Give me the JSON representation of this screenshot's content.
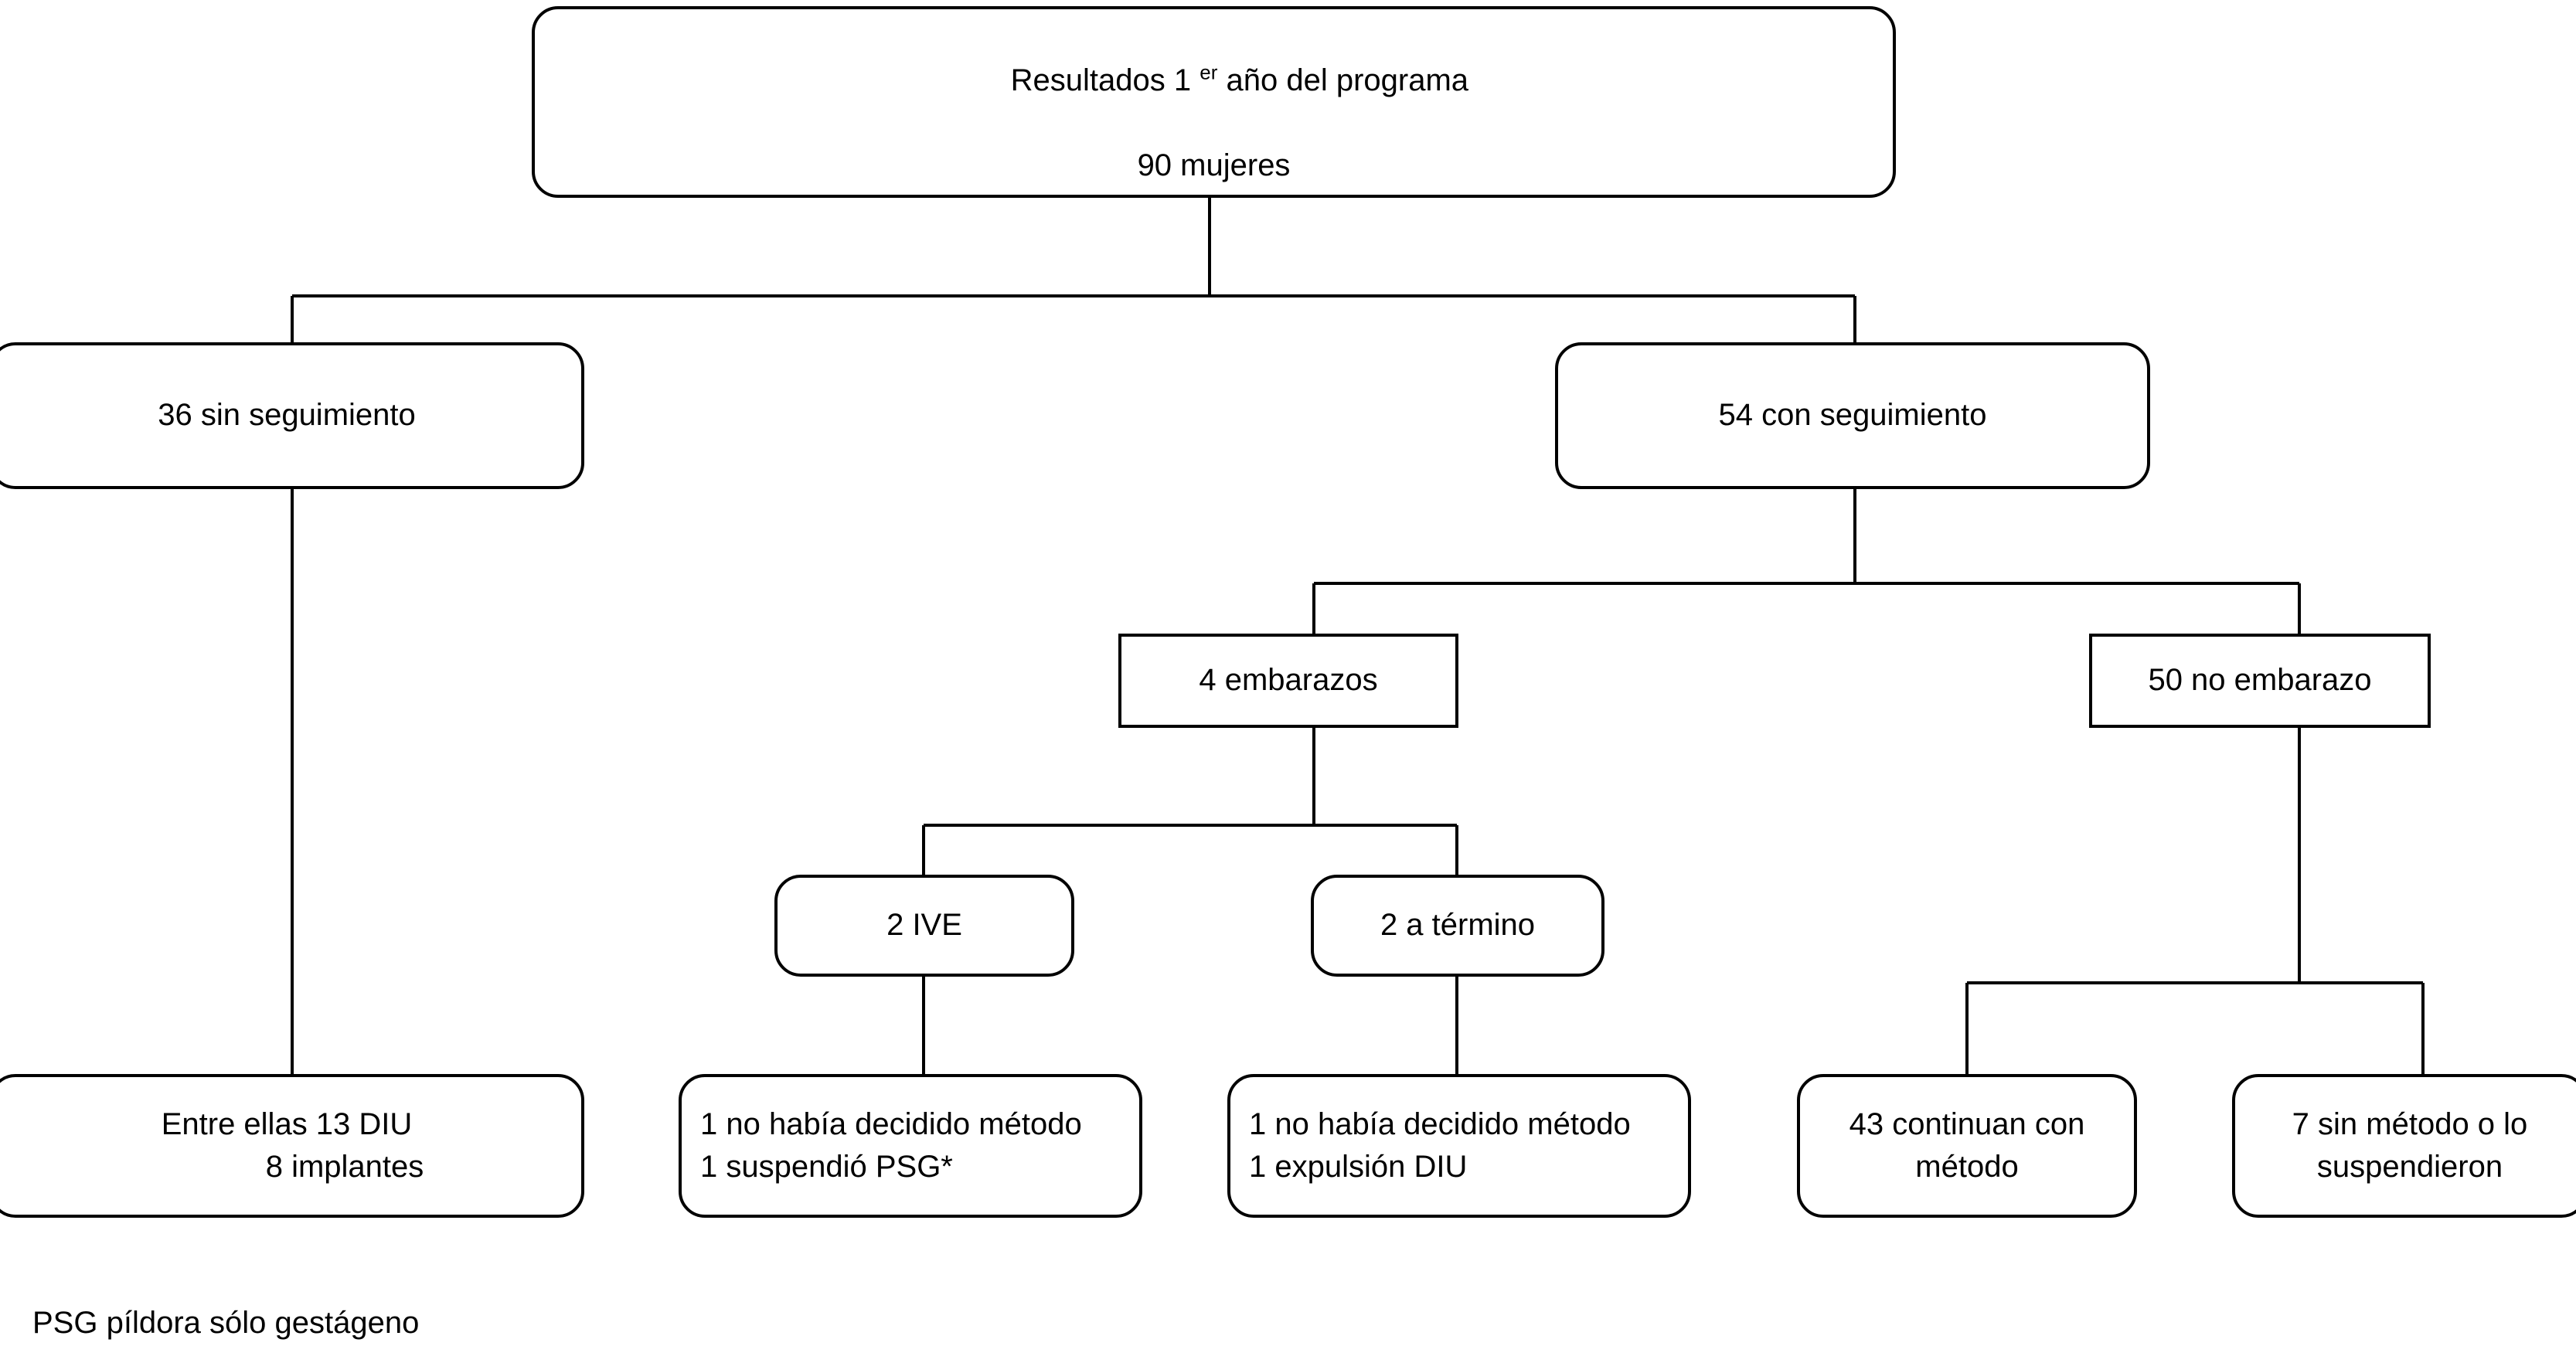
{
  "diagram": {
    "title_prefix": "Resultados 1 ",
    "title_sup": "er",
    "title_suffix": " año del programa",
    "line_color": "#000000",
    "box_border_color": "#000000",
    "background_color": "#ffffff",
    "nodes": {
      "root": {
        "line1_prefix": "Resultados 1 ",
        "line1_sup": "er",
        "line1_suffix": " año del programa",
        "line2": "90 mujeres"
      },
      "no_followup": {
        "line1": "36 sin seguimiento"
      },
      "with_followup": {
        "line1": "54 con seguimiento"
      },
      "pregnancies": {
        "line1": "4 embarazos"
      },
      "no_pregnancy": {
        "line1": "50 no embarazo"
      },
      "ive": {
        "line1": "2 IVE"
      },
      "term": {
        "line1": "2 a término"
      },
      "no_followup_detail": {
        "line1": "Entre ellas 13 DIU",
        "line2": "8 implantes"
      },
      "ive_detail": {
        "line1": "1 no había decidido método",
        "line2": "1 suspendió PSG*"
      },
      "term_detail": {
        "line1": "1 no había decidido método",
        "line2": "1 expulsión DIU"
      },
      "continuing": {
        "line1": "43 continuan con",
        "line2": "método"
      },
      "discontinued": {
        "line1": "7 sin método o lo",
        "line2": "suspendieron"
      }
    },
    "footnote": "PSG píldora sólo gestágeno"
  },
  "chart_data": {
    "type": "diagram",
    "title": "Resultados 1er año del programa",
    "flow": [
      {
        "id": "root",
        "label": "Resultados 1er año del programa / 90 mujeres",
        "value": 90,
        "children": [
          "no_followup",
          "with_followup"
        ]
      },
      {
        "id": "no_followup",
        "label": "36 sin seguimiento",
        "value": 36,
        "children": [
          "no_followup_detail"
        ]
      },
      {
        "id": "with_followup",
        "label": "54 con seguimiento",
        "value": 54,
        "children": [
          "pregnancies",
          "no_pregnancy"
        ]
      },
      {
        "id": "no_followup_detail",
        "label": "Entre ellas 13 DIU / 8 implantes",
        "value": null,
        "children": []
      },
      {
        "id": "pregnancies",
        "label": "4 embarazos",
        "value": 4,
        "children": [
          "ive",
          "term"
        ]
      },
      {
        "id": "no_pregnancy",
        "label": "50 no embarazo",
        "value": 50,
        "children": [
          "continuing",
          "discontinued"
        ]
      },
      {
        "id": "ive",
        "label": "2 IVE",
        "value": 2,
        "children": [
          "ive_detail"
        ]
      },
      {
        "id": "term",
        "label": "2 a término",
        "value": 2,
        "children": [
          "term_detail"
        ]
      },
      {
        "id": "ive_detail",
        "label": "1 no había decidido método / 1 suspendió PSG*",
        "value": null,
        "children": []
      },
      {
        "id": "term_detail",
        "label": "1 no había decidido método / 1 expulsión DIU",
        "value": null,
        "children": []
      },
      {
        "id": "continuing",
        "label": "43 continuan con método",
        "value": 43,
        "children": []
      },
      {
        "id": "discontinued",
        "label": "7 sin método o lo suspendieron",
        "value": 7,
        "children": []
      }
    ],
    "footnote": "PSG píldora sólo gestágeno"
  }
}
